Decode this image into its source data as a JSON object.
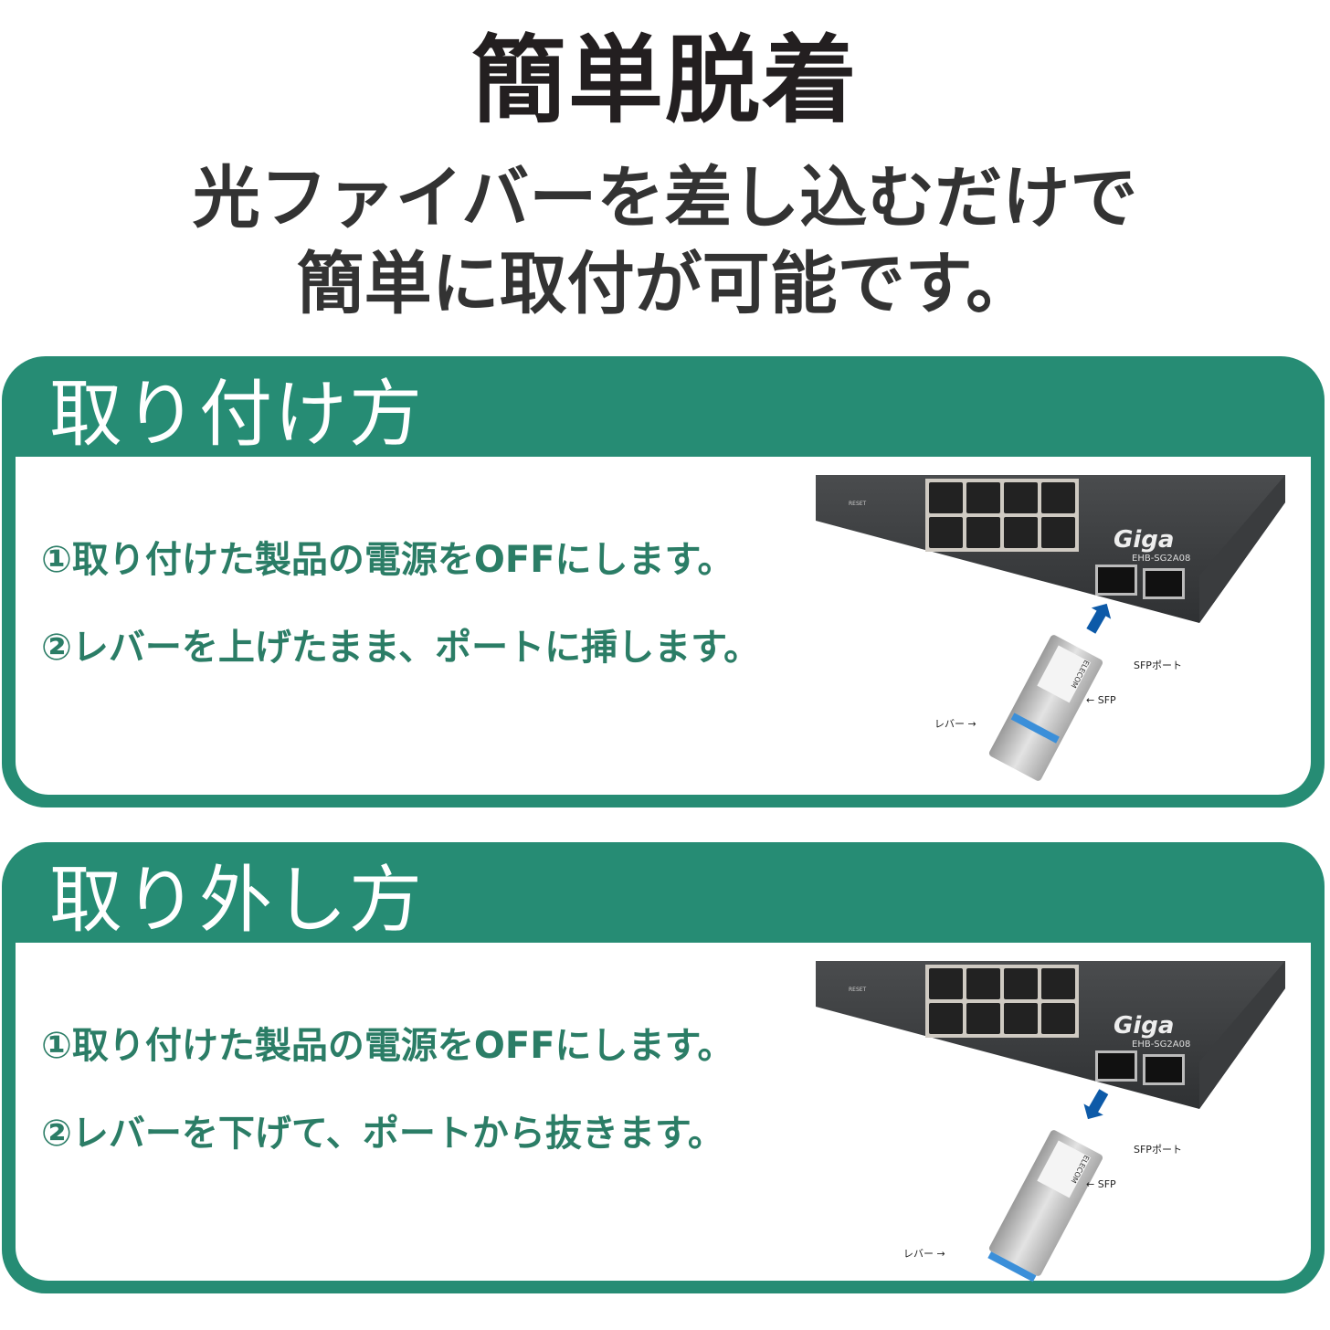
{
  "title": "簡単脱着",
  "subtitle_line1": "光ファイバーを差し込むだけで",
  "subtitle_line2": "簡単に取付が可能です。",
  "colors": {
    "panel_green": "#268c74",
    "step_text": "#2b7d66",
    "arrow_blue": "#0d5aa8",
    "lever_blue": "#3b8fd9"
  },
  "install": {
    "heading": "取り付け方",
    "steps": [
      "①取り付けた製品の電源をOFFにします。",
      "②レバーを上げたまま、ポートに挿します。"
    ],
    "photo": {
      "reset": "RESET",
      "logo": "Giga",
      "model": "EHB-SG2A08",
      "module_brand": "ELECOM",
      "label_port": "SFPポート",
      "label_sfp": "SFP",
      "label_lever": "レバー",
      "arrow_icon": "arrow-up-icon"
    }
  },
  "remove": {
    "heading": "取り外し方",
    "steps": [
      "①取り付けた製品の電源をOFFにします。",
      "②レバーを下げて、ポートから抜きます。"
    ],
    "photo": {
      "reset": "RESET",
      "logo": "Giga",
      "model": "EHB-SG2A08",
      "module_brand": "ELECOM",
      "label_port": "SFPポート",
      "label_sfp": "SFP",
      "label_lever": "レバー",
      "arrow_icon": "arrow-down-icon"
    }
  }
}
